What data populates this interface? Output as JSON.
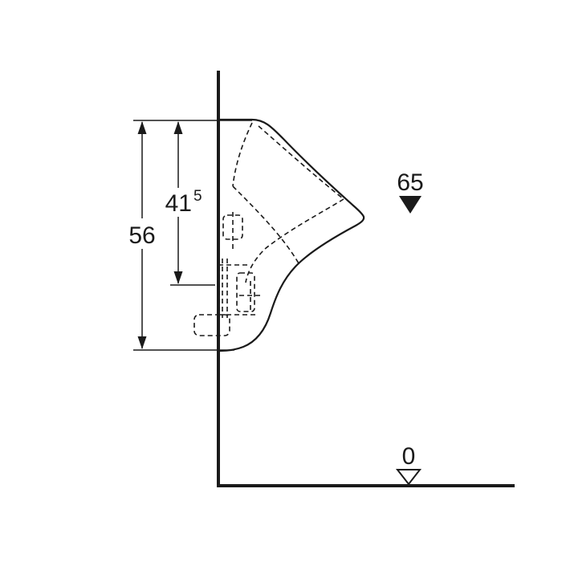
{
  "drawing": {
    "title": "urinal-side-elevation-dimension-drawing",
    "labels": {
      "dim_total_height": "56",
      "dim_inner_height": "41",
      "dim_inner_height_sup": "5",
      "level_supply": "65",
      "level_floor": "0"
    },
    "colors": {
      "line": "#1a1a1a",
      "background": "#ffffff"
    }
  }
}
